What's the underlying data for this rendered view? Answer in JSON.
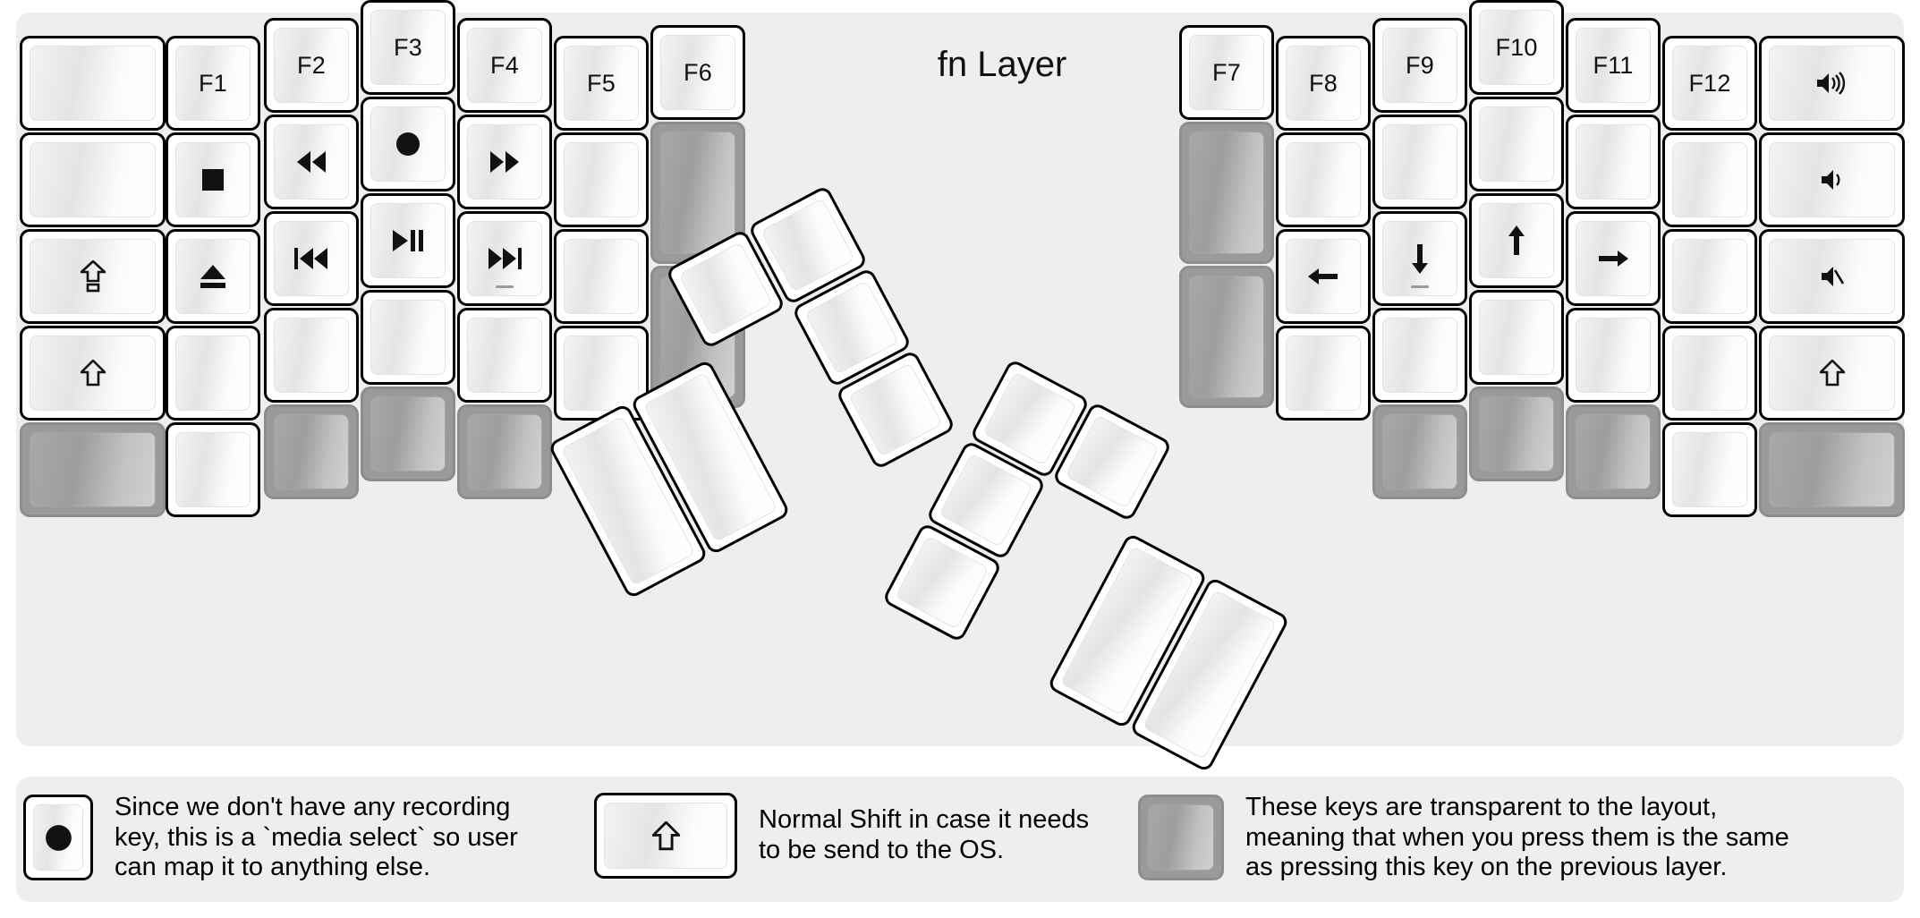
{
  "title": "fn Layer",
  "colors": {
    "background": "#eeeeee",
    "key_face": "#ffffff",
    "key_outline": "#000000",
    "transparent_key": "#9a9a9a",
    "text": "#111111"
  },
  "keyboard": {
    "type": "split-ergonomic-columnar",
    "halves": [
      "left",
      "right"
    ],
    "left_half": {
      "columns": [
        {
          "name": "pinky-outer",
          "width_u": 1.5,
          "keys": [
            {
              "legend": "",
              "icon": "",
              "style": "normal"
            },
            {
              "legend": "",
              "icon": "",
              "style": "normal"
            },
            {
              "legend": "",
              "icon": "caps-lock-icon",
              "style": "normal"
            },
            {
              "legend": "",
              "icon": "shift-icon",
              "style": "normal"
            },
            {
              "legend": "",
              "icon": "",
              "style": "transparent"
            }
          ]
        },
        {
          "name": "pinky",
          "width_u": 1,
          "keys": [
            {
              "legend": "F1",
              "icon": "",
              "style": "normal"
            },
            {
              "legend": "",
              "icon": "media-stop-icon",
              "style": "normal"
            },
            {
              "legend": "",
              "icon": "media-eject-icon",
              "style": "normal"
            },
            {
              "legend": "",
              "icon": "",
              "style": "normal"
            },
            {
              "legend": "",
              "icon": "",
              "style": "normal"
            }
          ]
        },
        {
          "name": "ring",
          "width_u": 1,
          "keys": [
            {
              "legend": "F2",
              "icon": "",
              "style": "normal"
            },
            {
              "legend": "",
              "icon": "media-rewind-icon",
              "style": "normal"
            },
            {
              "legend": "",
              "icon": "media-previous-icon",
              "style": "normal"
            },
            {
              "legend": "",
              "icon": "",
              "style": "normal"
            },
            {
              "legend": "",
              "icon": "",
              "style": "transparent"
            }
          ]
        },
        {
          "name": "middle",
          "width_u": 1,
          "keys": [
            {
              "legend": "F3",
              "icon": "",
              "style": "normal"
            },
            {
              "legend": "",
              "icon": "media-record-icon",
              "style": "normal"
            },
            {
              "legend": "",
              "icon": "media-play-pause-icon",
              "style": "normal"
            },
            {
              "legend": "",
              "icon": "",
              "style": "normal"
            },
            {
              "legend": "",
              "icon": "",
              "style": "transparent"
            }
          ]
        },
        {
          "name": "index",
          "width_u": 1,
          "keys": [
            {
              "legend": "F4",
              "icon": "",
              "style": "normal"
            },
            {
              "legend": "",
              "icon": "media-fast-forward-icon",
              "style": "normal"
            },
            {
              "legend": "",
              "icon": "media-next-icon",
              "style": "normal",
              "homing": true
            },
            {
              "legend": "",
              "icon": "",
              "style": "normal"
            },
            {
              "legend": "",
              "icon": "",
              "style": "transparent"
            }
          ]
        },
        {
          "name": "index-inner",
          "width_u": 1,
          "keys": [
            {
              "legend": "F5",
              "icon": "",
              "style": "normal"
            },
            {
              "legend": "",
              "icon": "",
              "style": "normal"
            },
            {
              "legend": "",
              "icon": "",
              "style": "normal"
            },
            {
              "legend": "",
              "icon": "",
              "style": "normal"
            }
          ]
        },
        {
          "name": "inner-extra",
          "width_u": 1,
          "keys": [
            {
              "legend": "F6",
              "icon": "",
              "style": "normal"
            },
            {
              "legend": "",
              "icon": "",
              "style": "transparent",
              "height_u": 1.5
            },
            {
              "legend": "",
              "icon": "",
              "style": "transparent",
              "height_u": 1.5
            }
          ]
        }
      ],
      "thumb_cluster": {
        "rotation_deg": -28,
        "keys": [
          {
            "size": "2u-tall",
            "legend": "",
            "style": "normal"
          },
          {
            "size": "2u-tall",
            "legend": "",
            "style": "normal"
          },
          {
            "size": "1u",
            "legend": "",
            "style": "normal"
          },
          {
            "size": "1u",
            "legend": "",
            "style": "normal"
          },
          {
            "size": "1u",
            "legend": "",
            "style": "normal"
          },
          {
            "size": "1u",
            "legend": "",
            "style": "normal"
          }
        ]
      }
    },
    "right_half": {
      "columns": [
        {
          "name": "inner-extra",
          "width_u": 1,
          "keys": [
            {
              "legend": "F7",
              "icon": "",
              "style": "normal"
            },
            {
              "legend": "",
              "icon": "",
              "style": "transparent",
              "height_u": 1.5
            },
            {
              "legend": "",
              "icon": "",
              "style": "transparent",
              "height_u": 1.5
            }
          ]
        },
        {
          "name": "index-inner",
          "width_u": 1,
          "keys": [
            {
              "legend": "F8",
              "icon": "",
              "style": "normal"
            },
            {
              "legend": "",
              "icon": "",
              "style": "normal"
            },
            {
              "legend": "",
              "icon": "arrow-left-icon",
              "style": "normal"
            },
            {
              "legend": "",
              "icon": "",
              "style": "normal"
            }
          ]
        },
        {
          "name": "index",
          "width_u": 1,
          "keys": [
            {
              "legend": "F9",
              "icon": "",
              "style": "normal"
            },
            {
              "legend": "",
              "icon": "",
              "style": "normal"
            },
            {
              "legend": "",
              "icon": "arrow-down-icon",
              "style": "normal",
              "homing": true
            },
            {
              "legend": "",
              "icon": "",
              "style": "normal"
            },
            {
              "legend": "",
              "icon": "",
              "style": "transparent"
            }
          ]
        },
        {
          "name": "middle",
          "width_u": 1,
          "keys": [
            {
              "legend": "F10",
              "icon": "",
              "style": "normal"
            },
            {
              "legend": "",
              "icon": "",
              "style": "normal"
            },
            {
              "legend": "",
              "icon": "arrow-up-icon",
              "style": "normal"
            },
            {
              "legend": "",
              "icon": "",
              "style": "normal"
            },
            {
              "legend": "",
              "icon": "",
              "style": "transparent"
            }
          ]
        },
        {
          "name": "ring",
          "width_u": 1,
          "keys": [
            {
              "legend": "F11",
              "icon": "",
              "style": "normal"
            },
            {
              "legend": "",
              "icon": "",
              "style": "normal"
            },
            {
              "legend": "",
              "icon": "arrow-right-icon",
              "style": "normal"
            },
            {
              "legend": "",
              "icon": "",
              "style": "normal"
            },
            {
              "legend": "",
              "icon": "",
              "style": "transparent"
            }
          ]
        },
        {
          "name": "pinky",
          "width_u": 1,
          "keys": [
            {
              "legend": "F12",
              "icon": "",
              "style": "normal"
            },
            {
              "legend": "",
              "icon": "",
              "style": "normal"
            },
            {
              "legend": "",
              "icon": "",
              "style": "normal"
            },
            {
              "legend": "",
              "icon": "",
              "style": "normal"
            },
            {
              "legend": "",
              "icon": "",
              "style": "normal"
            }
          ]
        },
        {
          "name": "pinky-outer",
          "width_u": 1.5,
          "keys": [
            {
              "legend": "",
              "icon": "volume-up-icon",
              "style": "normal"
            },
            {
              "legend": "",
              "icon": "volume-down-icon",
              "style": "normal"
            },
            {
              "legend": "",
              "icon": "volume-mute-icon",
              "style": "normal"
            },
            {
              "legend": "",
              "icon": "shift-icon",
              "style": "normal"
            },
            {
              "legend": "",
              "icon": "",
              "style": "transparent"
            }
          ]
        }
      ],
      "thumb_cluster": {
        "rotation_deg": 28,
        "keys": [
          {
            "size": "1u",
            "legend": "",
            "style": "normal"
          },
          {
            "size": "1u",
            "legend": "",
            "style": "normal"
          },
          {
            "size": "1u",
            "legend": "",
            "style": "normal"
          },
          {
            "size": "1u",
            "legend": "",
            "style": "normal"
          },
          {
            "size": "2u-tall",
            "legend": "",
            "style": "normal"
          },
          {
            "size": "2u-tall",
            "legend": "",
            "style": "normal"
          }
        ]
      }
    }
  },
  "legend_items": [
    {
      "key_icon": "media-record-icon",
      "key_style": "normal",
      "text": "Since we don't have any recording\nkey, this is a `media select` so user\ncan map it to anything else."
    },
    {
      "key_icon": "shift-icon",
      "key_style": "normal",
      "text": "Normal Shift in case it needs\nto be send to the OS."
    },
    {
      "key_icon": "",
      "key_style": "transparent",
      "text": "These keys are transparent to the layout,\nmeaning that when you press them is the same\nas pressing this key on the previous layer."
    }
  ]
}
